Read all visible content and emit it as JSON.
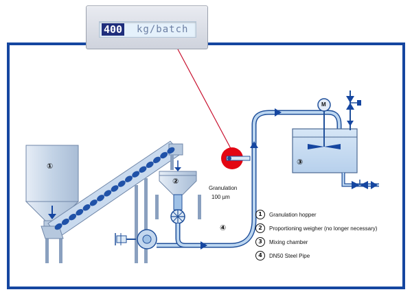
{
  "display": {
    "value": "400",
    "unit": "kg/batch"
  },
  "process_labels": {
    "granulation_line1": "Granulation",
    "granulation_line2": "100 µm",
    "motor": "M"
  },
  "markers": {
    "hopper": "①",
    "weigher": "②",
    "mixer": "③",
    "pipe": "④"
  },
  "legend": [
    {
      "number": "1",
      "text": "Granulation hopper"
    },
    {
      "number": "2",
      "text": "Proportioning weigher (no longer necessary)"
    },
    {
      "number": "3",
      "text": "Mixing chamber"
    },
    {
      "number": "4",
      "text": "DN50 Steel Pipe"
    }
  ],
  "colors": {
    "frame": "#1546a0",
    "pipe": "#9fc1e6",
    "pipe_outline": "#1f4f9a",
    "equipment": "#c7d7ea",
    "sensor": "#e30613",
    "signal_line": "#c8102e"
  }
}
